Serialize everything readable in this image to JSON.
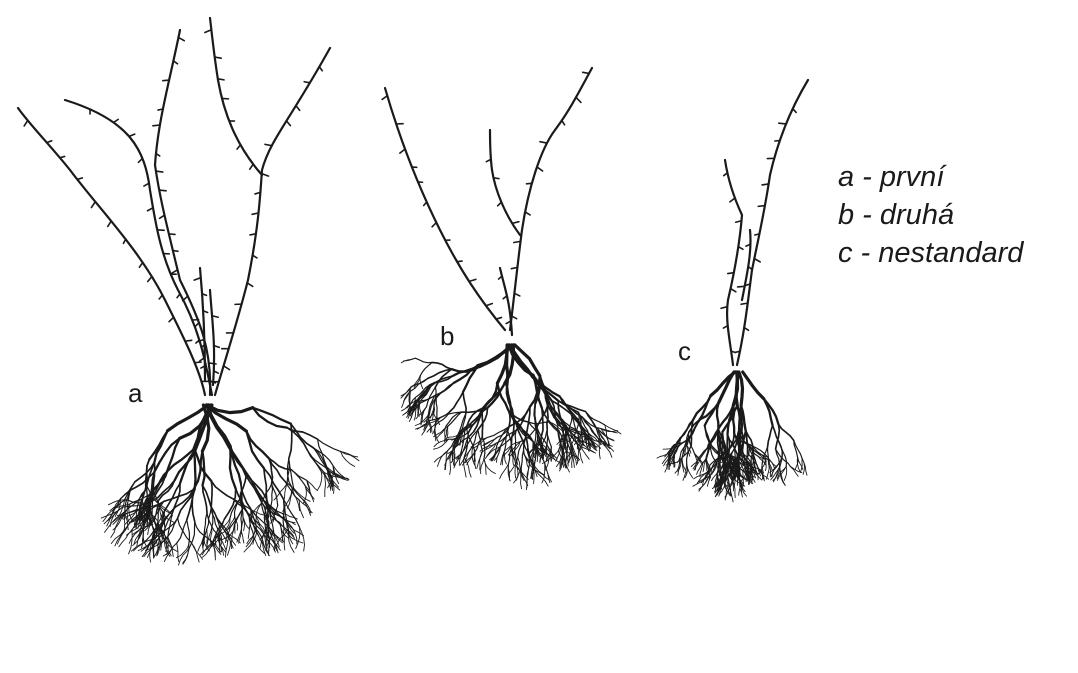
{
  "plants": [
    {
      "id": "a",
      "label": "a"
    },
    {
      "id": "b",
      "label": "b"
    },
    {
      "id": "c",
      "label": "c"
    }
  ],
  "legend": [
    {
      "key": "a",
      "text": "a - první"
    },
    {
      "key": "b",
      "text": "b - druhá"
    },
    {
      "key": "c",
      "text": "c - nestandard"
    }
  ]
}
